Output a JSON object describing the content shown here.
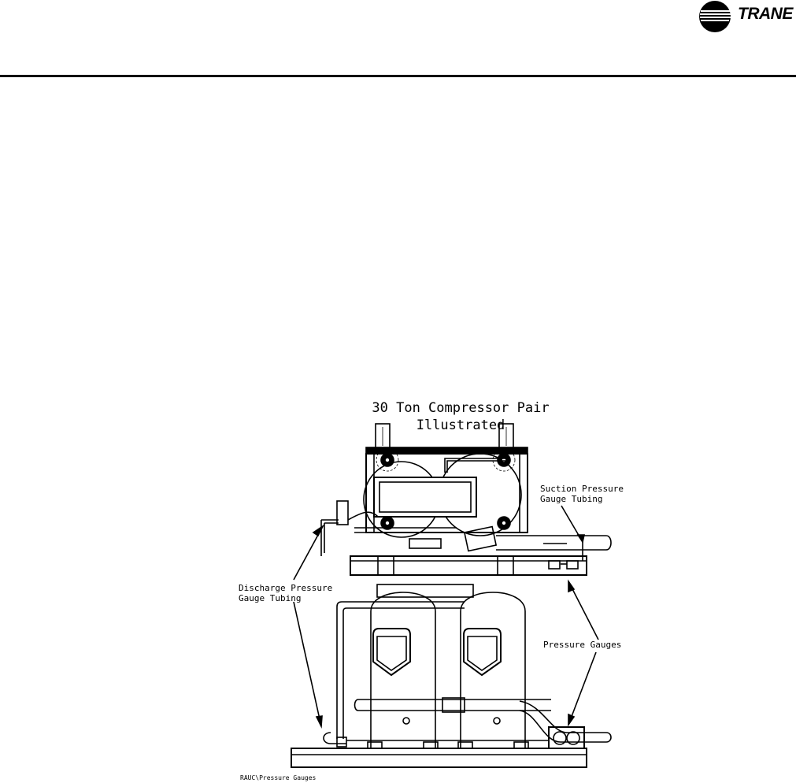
{
  "header": {
    "logo_text": "TRANE"
  },
  "figure": {
    "title_line1": "30 Ton Compressor Pair",
    "title_line2": "Illustrated",
    "callouts": {
      "suction_line1": "Suction Pressure",
      "suction_line2": "Gauge Tubing",
      "discharge_line1": "Discharge Pressure",
      "discharge_line2": "Gauge Tubing",
      "gauges": "Pressure Gauges"
    },
    "caption": "RAUC\\Pressure Gauges"
  }
}
